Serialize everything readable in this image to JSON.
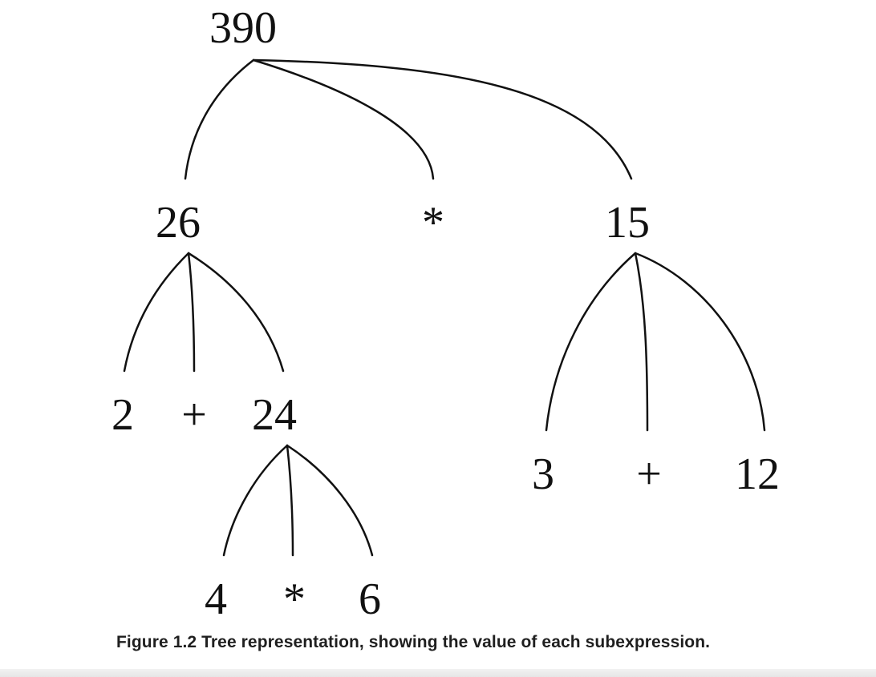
{
  "figure": {
    "caption": "Figure 1.2 Tree representation, showing the value of each subexpression."
  },
  "tree": {
    "nodes": {
      "root": "390",
      "left": "26",
      "op_root": "*",
      "right": "15",
      "l_a": "2",
      "l_op": "+",
      "l_b": "24",
      "r_a": "3",
      "r_op": "+",
      "r_b": "12",
      "ll_a": "4",
      "ll_op": "*",
      "ll_b": "6"
    }
  }
}
